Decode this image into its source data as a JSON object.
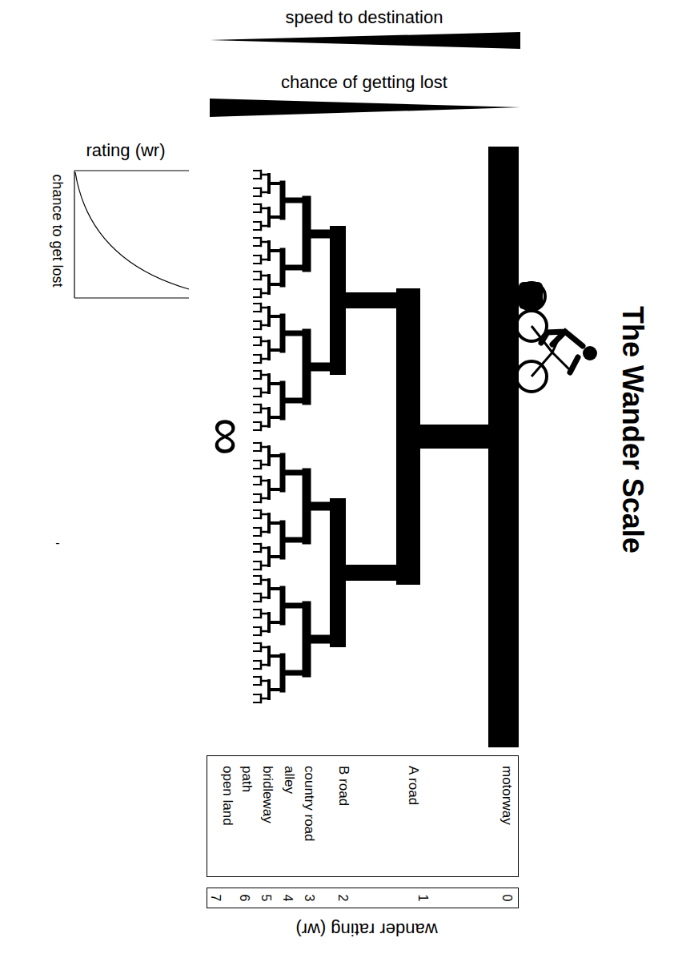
{
  "diagram": {
    "title": "The Wander Scale",
    "nodes": [
      {
        "text": [
          "motorway",
          "A road",
          "B road",
          "country road",
          "alley",
          "bridleway",
          "path",
          "open land"
        ]
      },
      {
        "text": [
          "0",
          "1",
          "2",
          "3",
          "4",
          "5",
          "6",
          "7"
        ]
      }
    ],
    "labels": [
      "speed to destination",
      "chance of getting lost",
      "rating (wr)",
      "chance to get lost",
      "∞",
      "-",
      "wander rating (wr)"
    ]
  }
}
